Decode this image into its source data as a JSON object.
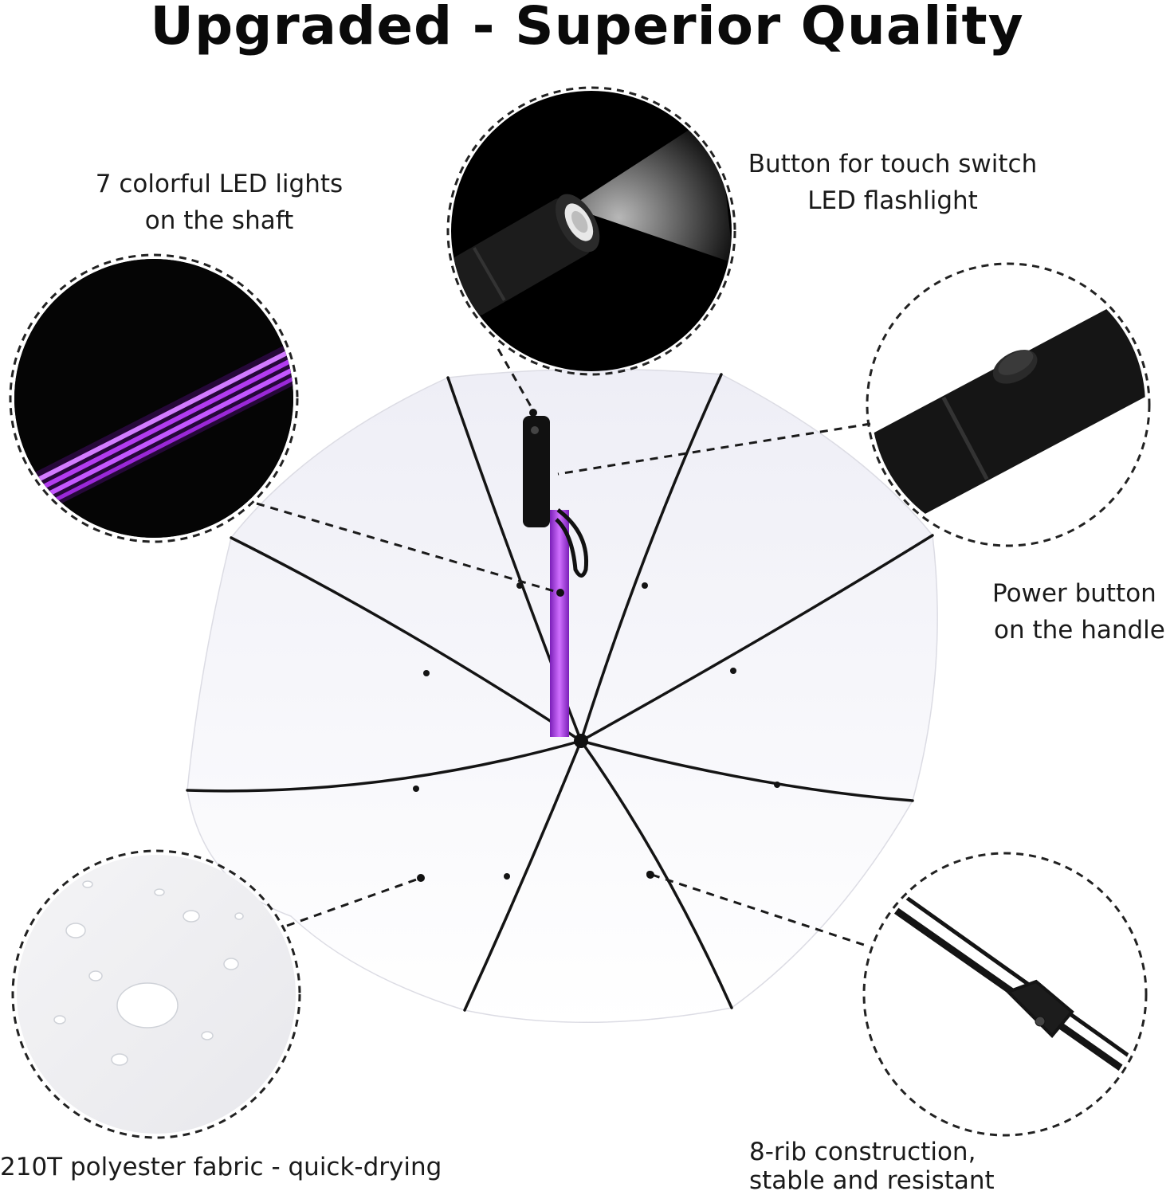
{
  "title": "Upgraded - Superior Quality",
  "callouts": {
    "led": {
      "line1": "7 colorful LED lights",
      "line2": "on the shaft"
    },
    "flashlight": {
      "line1": "Button for touch switch",
      "line2": "LED flashlight"
    },
    "power": {
      "line1": "Power button",
      "line2": "on the handle"
    },
    "fabric": {
      "line1": "210T polyester fabric - quick-drying"
    },
    "ribs": {
      "line1": "8-rib construction,",
      "line2": "stable and resistant"
    }
  },
  "colors": {
    "led_purple": "#b23cf0",
    "canopy": "#f4f4fa",
    "handle": "#111111"
  }
}
